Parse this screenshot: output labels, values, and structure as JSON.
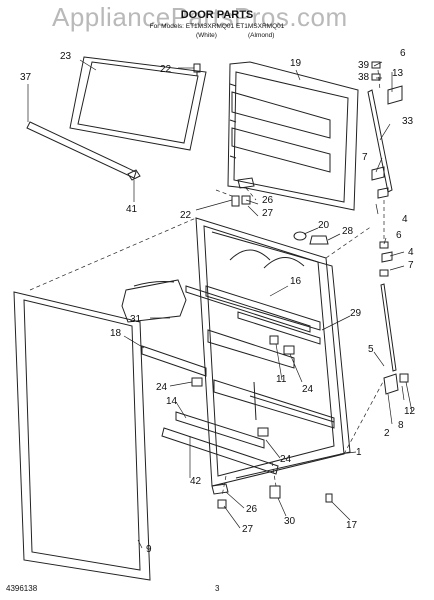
{
  "header": {
    "watermark": "AppliancePartsPros.com",
    "title": "DOOR PARTS",
    "subtitle": "For Models: ET1MSXRMQ01 ET1MSXRMQ01",
    "variant_white": "(White)",
    "variant_almond": "(Almond)"
  },
  "callouts": [
    "1",
    "2",
    "3",
    "4",
    "4",
    "5",
    "6",
    "6",
    "7",
    "7",
    "8",
    "9",
    "11",
    "12",
    "13",
    "14",
    "16",
    "17",
    "18",
    "19",
    "20",
    "22",
    "22",
    "23",
    "24",
    "24",
    "24",
    "26",
    "26",
    "27",
    "27",
    "28",
    "29",
    "30",
    "31",
    "33",
    "37",
    "38",
    "39",
    "41",
    "42"
  ],
  "footer": {
    "doc_number": "4396138",
    "page_number": "3"
  },
  "colors": {
    "line": "#222222",
    "watermark": "#b9b9b9",
    "background": "#ffffff"
  }
}
